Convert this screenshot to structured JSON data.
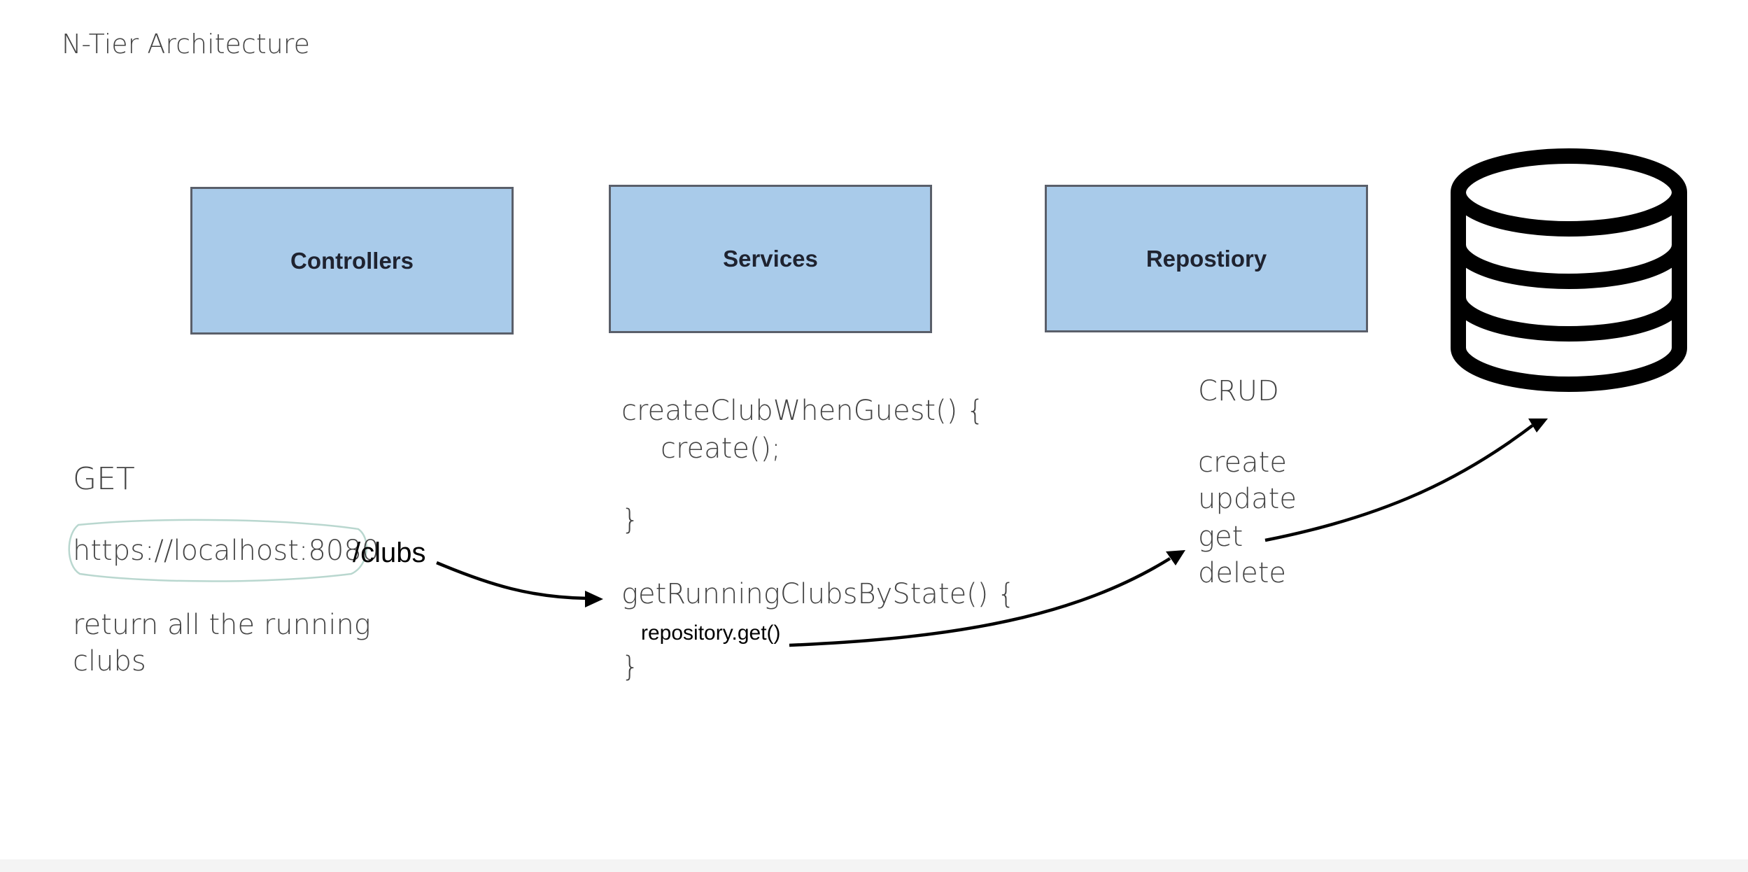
{
  "title": "N-Tier Architecture",
  "layers": [
    {
      "label": "Controllers"
    },
    {
      "label": "Services"
    },
    {
      "label": "Repostiory"
    }
  ],
  "controller_notes": {
    "method": "GET",
    "url_host": "https://localhost:8080",
    "url_path": "/clubs",
    "description_line1": "return all the running",
    "description_line2": "clubs"
  },
  "service_notes": {
    "method1_sig": "createClubWhenGuest() {",
    "method1_body": "create();",
    "method1_close": "}",
    "method2_sig": "getRunningClubsByState() {",
    "method2_body": "repository.get()",
    "method2_close": "}"
  },
  "repository_notes": {
    "heading": "CRUD",
    "ops": [
      "create",
      "update",
      "get",
      "delete"
    ]
  },
  "icons": {
    "database": "database-icon",
    "arrow": "curved-arrow-icon"
  },
  "colors": {
    "box_fill": "#a9cbea",
    "box_border": "#5a5f6a",
    "ink": "#000000",
    "pencil": "#444444",
    "highlight": "#b9d7cf"
  }
}
